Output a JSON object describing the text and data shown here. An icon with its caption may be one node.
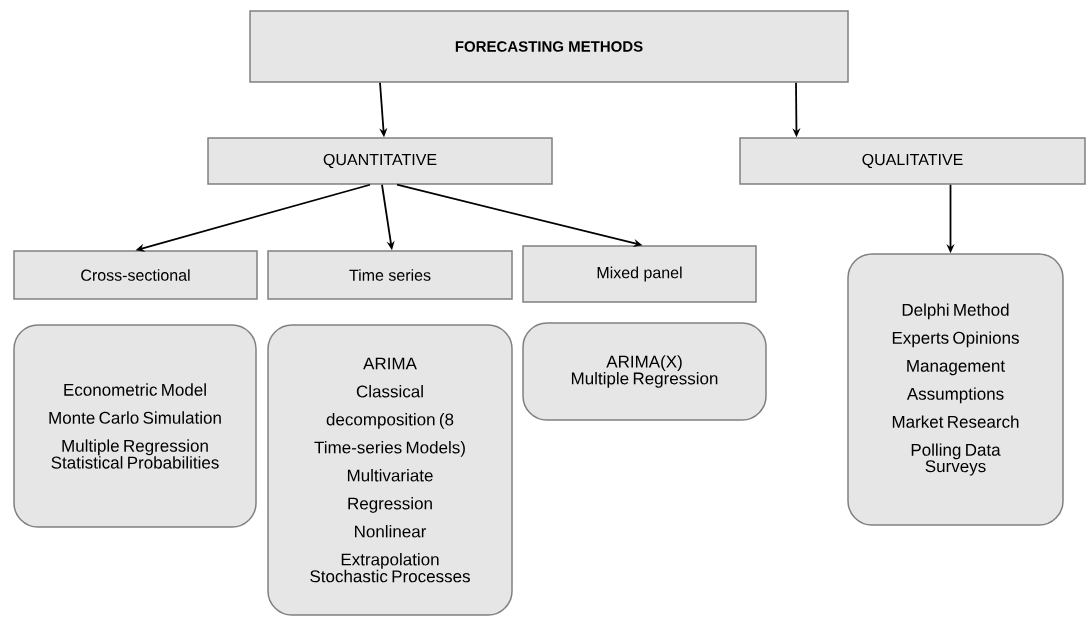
{
  "diagram": {
    "nodes": [
      {
        "text": [
          "FORECASTING METHODS"
        ]
      },
      {
        "text": [
          "QUANTITATIVE"
        ]
      },
      {
        "text": [
          "QUALITATIVE"
        ]
      },
      {
        "text": [
          "Cross-sectional"
        ]
      },
      {
        "text": [
          "Time series"
        ]
      },
      {
        "text": [
          "Mixed panel"
        ]
      },
      {
        "text": [
          "Econometric Model",
          "Monte Carlo Simulation",
          "Multiple Regression",
          "Statistical Probabilities"
        ]
      },
      {
        "text": [
          "ARIMA",
          "Classical decomposition (8 Time-series Models)",
          "Multivariate Regression",
          "Nonlinear Extrapolation",
          "Stochastic Processes"
        ]
      },
      {
        "text": [
          "ARIMA(X)",
          "Multiple Regression"
        ]
      },
      {
        "text": [
          "Delphi Method",
          "Experts Opinions",
          "Management Assumptions",
          "Market Research",
          "Polling Data",
          "Surveys"
        ]
      }
    ],
    "edges": [
      {
        "from": 0,
        "to": 1,
        "arrow": "to"
      },
      {
        "from": 0,
        "to": 2,
        "arrow": "to"
      },
      {
        "from": 1,
        "to": 3,
        "arrow": "to"
      },
      {
        "from": 1,
        "to": 4,
        "arrow": "to"
      },
      {
        "from": 1,
        "to": 5,
        "arrow": "to"
      },
      {
        "from": 2,
        "to": 9,
        "arrow": "to"
      }
    ]
  }
}
